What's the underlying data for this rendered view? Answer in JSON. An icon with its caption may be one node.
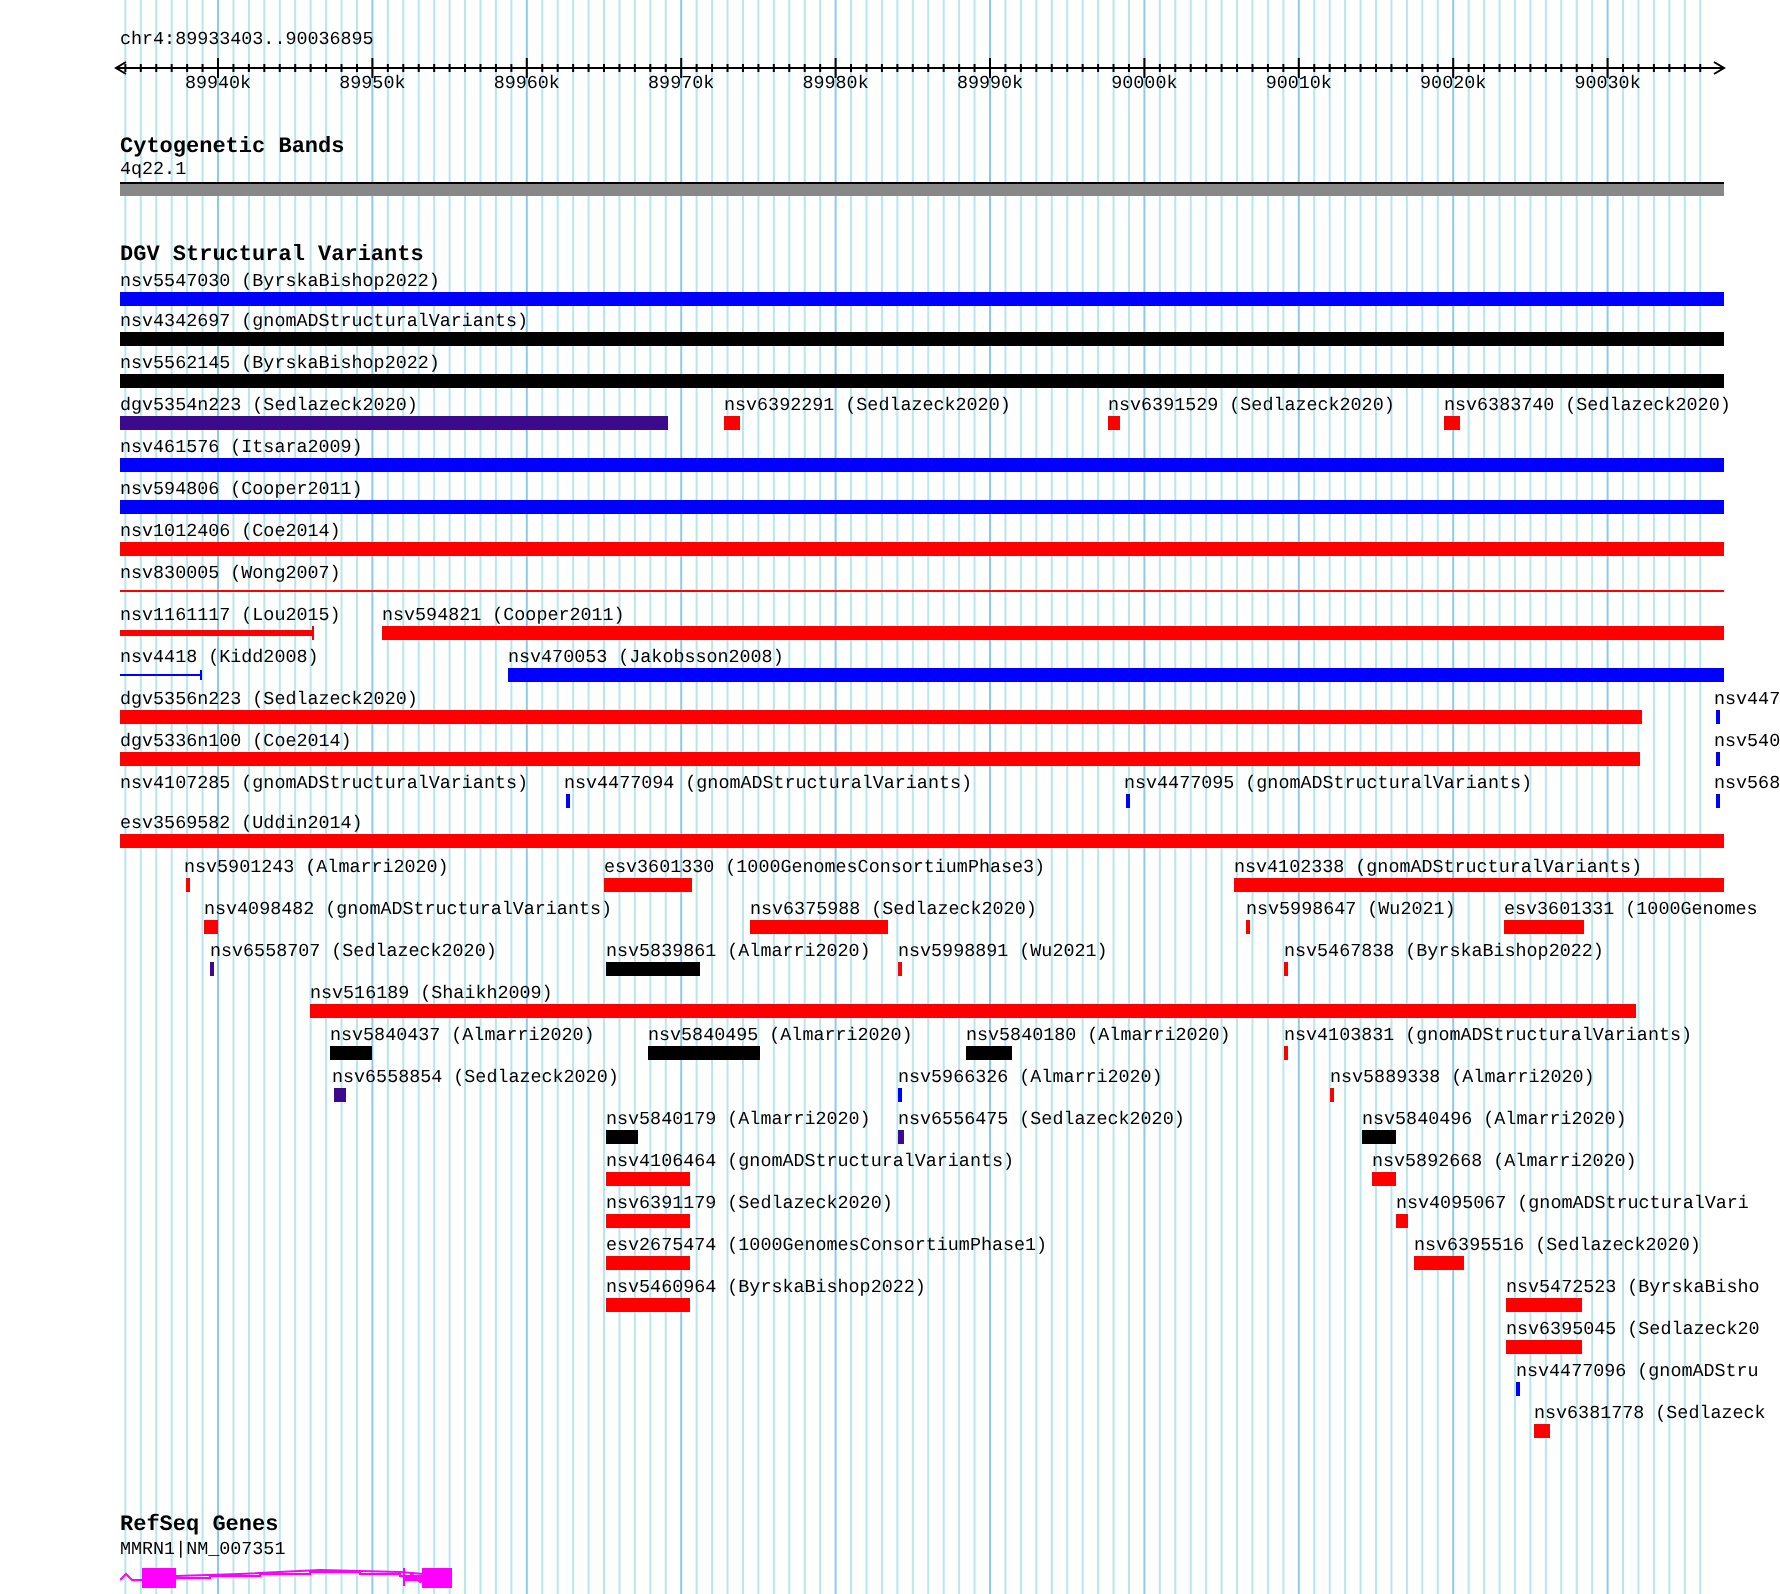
{
  "diagram": {
    "nodes": [
      {
        "text": [
          "4q22.1"
        ]
      },
      {
        "text": [
          "nsv5547030 (ByrskaBishop2022)"
        ]
      },
      {
        "text": [
          "nsv4342697 (gnomADStructuralVariants)"
        ]
      },
      {
        "text": [
          "nsv5562145 (ByrskaBishop2022)"
        ]
      },
      {
        "text": [
          "dgv5354n223 (Sedlazeck2020)"
        ]
      },
      {
        "text": [
          "nsv6392291 (Sedlazeck2020)"
        ]
      },
      {
        "text": [
          "nsv6391529 (Sedlazeck2020)"
        ]
      },
      {
        "text": [
          "nsv6383740 (Sedlazeck2020)"
        ]
      },
      {
        "text": [
          "nsv461576 (Itsara2009)"
        ]
      },
      {
        "text": [
          "nsv594806 (Cooper2011)"
        ]
      },
      {
        "text": [
          "nsv1012406 (Coe2014)"
        ]
      },
      {
        "text": [
          "nsv830005 (Wong2007)"
        ]
      },
      {
        "text": [
          "nsv1161117 (Lou2015)"
        ]
      },
      {
        "text": [
          "nsv594821 (Cooper2011)"
        ]
      },
      {
        "text": [
          "nsv4418 (Kidd2008)"
        ]
      },
      {
        "text": [
          "nsv470053 (Jakobsson2008)"
        ]
      },
      {
        "text": [
          "dgv5356n223 (Sedlazeck2020)"
        ]
      },
      {
        "text": [
          "nsv447"
        ]
      },
      {
        "text": [
          "dgv5336n100 (Coe2014)"
        ]
      },
      {
        "text": [
          "nsv540"
        ]
      },
      {
        "text": [
          "nsv4107285 (gnomADStructuralVariants)"
        ]
      },
      {
        "text": [
          "nsv4477094 (gnomADStructuralVariants)"
        ]
      },
      {
        "text": [
          "nsv4477095 (gnomADStructuralVariants)"
        ]
      },
      {
        "text": [
          "nsv568"
        ]
      },
      {
        "text": [
          "esv3569582 (Uddin2014)"
        ]
      },
      {
        "text": [
          "nsv5901243 (Almarri2020)"
        ]
      },
      {
        "text": [
          "esv3601330 (1000GenomesConsortiumPhase3)"
        ]
      },
      {
        "text": [
          "nsv4102338 (gnomADStructuralVariants)"
        ]
      },
      {
        "text": [
          "nsv4098482 (gnomADStructuralVariants)"
        ]
      },
      {
        "text": [
          "nsv6375988 (Sedlazeck2020)"
        ]
      },
      {
        "text": [
          "nsv5998647 (Wu2021)"
        ]
      },
      {
        "text": [
          "esv3601331 (1000Genomes"
        ]
      },
      {
        "text": [
          "nsv6558707 (Sedlazeck2020)"
        ]
      },
      {
        "text": [
          "nsv5839861 (Almarri2020)"
        ]
      },
      {
        "text": [
          "nsv5998891 (Wu2021)"
        ]
      },
      {
        "text": [
          "nsv5467838 (ByrskaBishop2022)"
        ]
      },
      {
        "text": [
          "nsv516189 (Shaikh2009)"
        ]
      },
      {
        "text": [
          "nsv5840437 (Almarri2020)"
        ]
      },
      {
        "text": [
          "nsv5840495 (Almarri2020)"
        ]
      },
      {
        "text": [
          "nsv5840180 (Almarri2020)"
        ]
      },
      {
        "text": [
          "nsv4103831 (gnomADStructuralVariants)"
        ]
      },
      {
        "text": [
          "nsv6558854 (Sedlazeck2020)"
        ]
      },
      {
        "text": [
          "nsv5966326 (Almarri2020)"
        ]
      },
      {
        "text": [
          "nsv5889338 (Almarri2020)"
        ]
      },
      {
        "text": [
          "nsv5840179 (Almarri2020)"
        ]
      },
      {
        "text": [
          "nsv6556475 (Sedlazeck2020)"
        ]
      },
      {
        "text": [
          "nsv5840496 (Almarri2020)"
        ]
      },
      {
        "text": [
          "nsv4106464 (gnomADStructuralVariants)"
        ]
      },
      {
        "text": [
          "nsv5892668 (Almarri2020)"
        ]
      },
      {
        "text": [
          "nsv6391179 (Sedlazeck2020)"
        ]
      },
      {
        "text": [
          "nsv4095067 (gnomADStructuralVari"
        ]
      },
      {
        "text": [
          "esv2675474 (1000GenomesConsortiumPhase1)"
        ]
      },
      {
        "text": [
          "nsv6395516 (Sedlazeck2020)"
        ]
      },
      {
        "text": [
          "nsv5460964 (ByrskaBishop2022)"
        ]
      },
      {
        "text": [
          "nsv5472523 (ByrskaBisho"
        ]
      },
      {
        "text": [
          "nsv6395045 (Sedlazeck20"
        ]
      },
      {
        "text": [
          "nsv4477096 (gnomADStru"
        ]
      },
      {
        "text": [
          "nsv6381778 (Sedlazeck"
        ]
      },
      {
        "text": [
          "MMRN1|NM_007351"
        ]
      }
    ],
    "labels": [
      "chr4:89933403..90036895",
      "89940k",
      "89950k",
      "89960k",
      "89970k",
      "89980k",
      "89990k",
      "90000k",
      "90010k",
      "90020k",
      "90030k",
      "Cytogenetic Bands",
      "DGV Structural Variants",
      "RefSeq Genes"
    ]
  }
}
